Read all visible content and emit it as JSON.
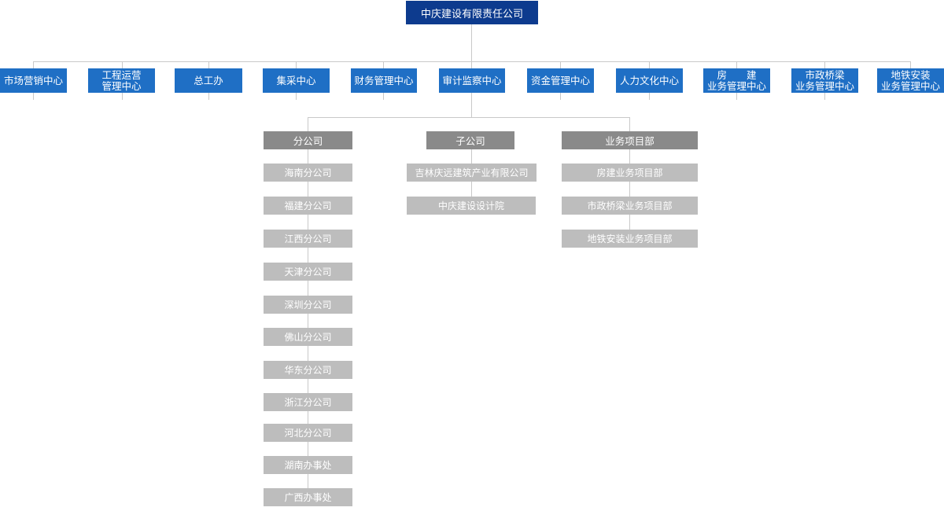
{
  "root": "中庆建设有限责任公司",
  "depts": [
    "市场营销中心",
    "工程运营\n管理中心",
    "总工办",
    "集采中心",
    "财务管理中心",
    "审计监察中心",
    "资金管理中心",
    "人力文化中心",
    "房　　建\n业务管理中心",
    "市政桥梁\n业务管理中心",
    "地铁安装\n业务管理中心"
  ],
  "groups": {
    "branch": {
      "title": "分公司",
      "items": [
        "海南分公司",
        "福建分公司",
        "江西分公司",
        "天津分公司",
        "深圳分公司",
        "佛山分公司",
        "华东分公司",
        "浙江分公司",
        "河北分公司",
        "湖南办事处",
        "广西办事处"
      ]
    },
    "sub": {
      "title": "子公司",
      "items": [
        "吉林庆远建筑产业有限公司",
        "中庆建设设计院"
      ]
    },
    "project": {
      "title": "业务项目部",
      "items": [
        "房建业务项目部",
        "市政桥梁业务项目部",
        "地铁安装业务项目部"
      ]
    }
  },
  "colors": {
    "root": "#0d3b8e",
    "dept": "#1f6fc5",
    "group": "#8a8a8a",
    "unit": "#bdbdbd",
    "line": "#c9c9c9"
  }
}
